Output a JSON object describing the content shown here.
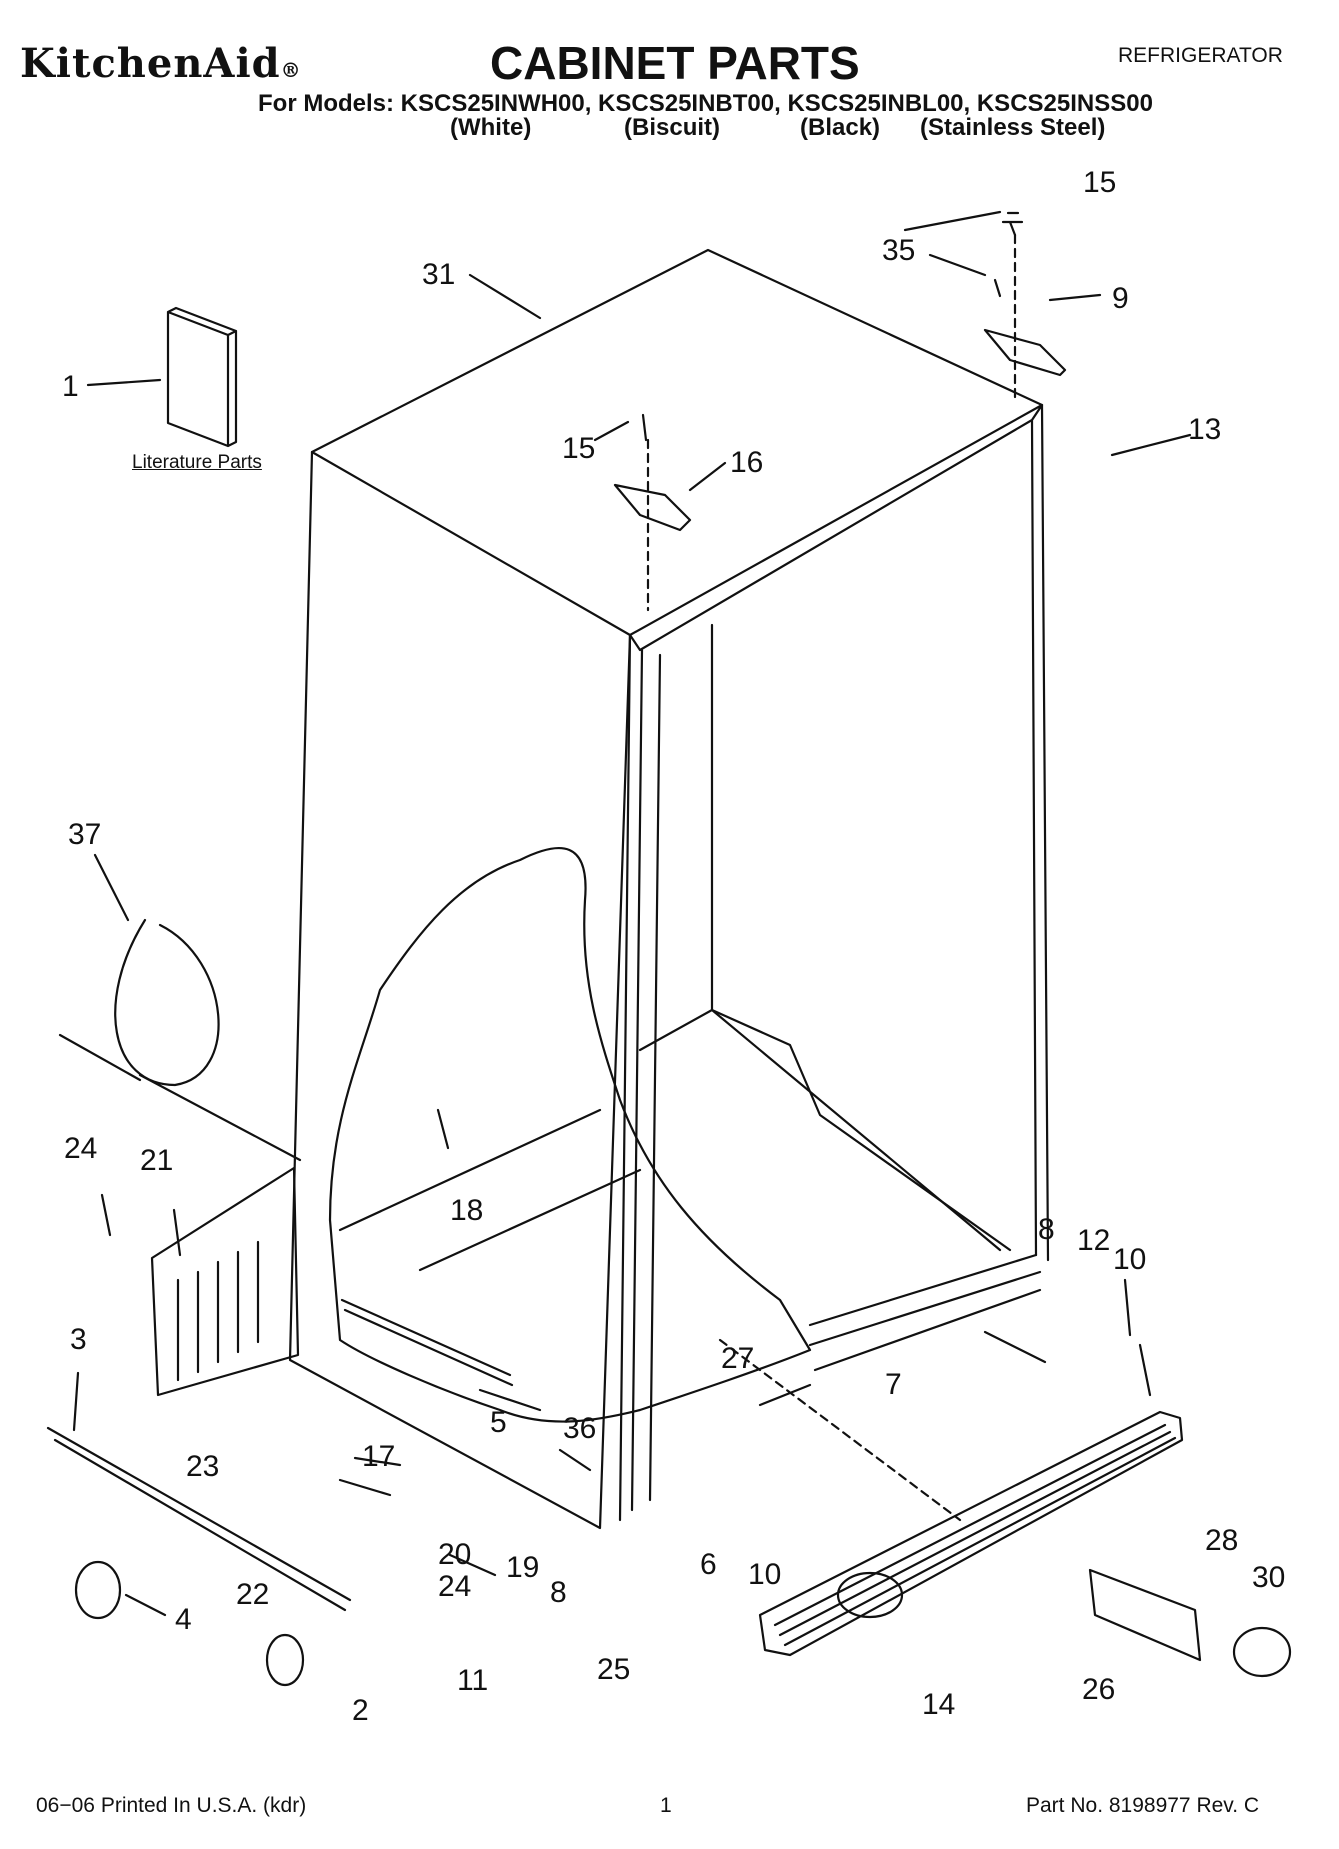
{
  "header": {
    "brand": "KitchenAid",
    "brand_mark": "®",
    "title": "CABINET PARTS",
    "category": "REFRIGERATOR",
    "models_line": "For Models: KSCS25INWH00, KSCS25INBT00, KSCS25INBL00, KSCS25INSS00",
    "variants": [
      "(White)",
      "(Biscuit)",
      "(Black)",
      "(Stainless Steel)"
    ]
  },
  "diagram": {
    "literature_label": "Literature Parts",
    "callouts": [
      "1",
      "2",
      "3",
      "4",
      "5",
      "6",
      "7",
      "8",
      "8",
      "9",
      "10",
      "10",
      "11",
      "12",
      "13",
      "14",
      "15",
      "15",
      "16",
      "17",
      "18",
      "19",
      "20",
      "21",
      "22",
      "23",
      "24",
      "24",
      "25",
      "26",
      "27",
      "28",
      "30",
      "31",
      "35",
      "36",
      "37"
    ]
  },
  "footer": {
    "printed": "06−06 Printed In U.S.A. (kdr)",
    "page": "1",
    "part_no": "Part No. 8198977 Rev. C"
  }
}
